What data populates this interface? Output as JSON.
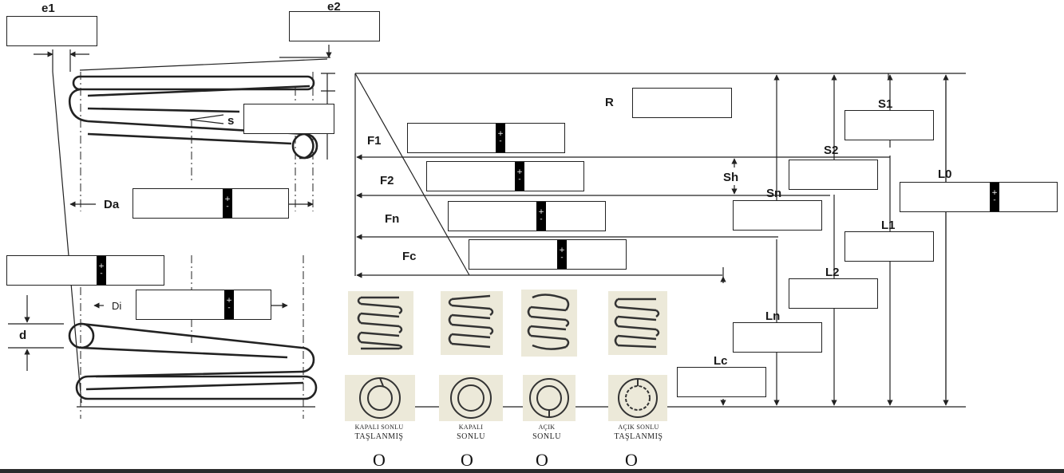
{
  "labels": {
    "e1": "e1",
    "e2": "e2",
    "s": "s",
    "Da": "Da",
    "Di": "Di",
    "d": "d",
    "R": "R",
    "F1": "F1",
    "F2": "F2",
    "Fn": "Fn",
    "Fc": "Fc",
    "Sh": "Sh",
    "Sn": "Sn",
    "S1": "S1",
    "S2": "S2",
    "L0": "L0",
    "L1": "L1",
    "L2": "L2",
    "Ln": "Ln",
    "Lc": "Lc"
  },
  "tolerance_symbol": {
    "plus": "+",
    "minus": "-"
  },
  "end_types": [
    {
      "line1": "KAPALI SONLU",
      "line2": "TAŞLANMIŞ",
      "option": "O"
    },
    {
      "line1": "KAPALI",
      "line2": "SONLU",
      "option": "O"
    },
    {
      "line1": "AÇIK",
      "line2": "SONLU",
      "option": "O"
    },
    {
      "line1": "AÇIK SONLU",
      "line2": "TAŞLANMIŞ",
      "option": "O"
    }
  ],
  "colors": {
    "line": "#222222",
    "tolerance_bar": "#000000",
    "photo_bg": "#ece9d9"
  }
}
